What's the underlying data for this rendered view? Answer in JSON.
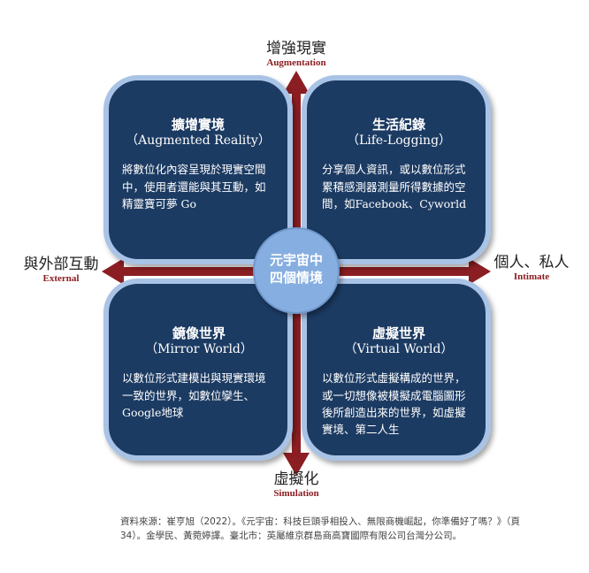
{
  "axes": {
    "top": {
      "zh": "增強現實",
      "en": "Augmentation"
    },
    "bottom": {
      "zh": "虛擬化",
      "en": "Simulation"
    },
    "left": {
      "zh": "與外部互動",
      "en": "External"
    },
    "right": {
      "zh": "個人、私人",
      "en": "Intimate"
    }
  },
  "center": {
    "line1": "元宇宙中",
    "line2": "四個情境"
  },
  "quadrants": {
    "top_left": {
      "title": "擴增實境",
      "subtitle": "（Augmented Reality）",
      "desc": "將數位化內容呈現於現實空間中，使用者還能與其互動，如精靈寶可夢 Go"
    },
    "top_right": {
      "title": "生活紀錄",
      "subtitle": "（Life-Logging）",
      "desc": "分享個人資訊，或以數位形式累積感測器測量所得數據的空間，如Facebook、Cyworld"
    },
    "bottom_left": {
      "title": "鏡像世界",
      "subtitle": "（Mirror World）",
      "desc": "以數位形式建模出與現實環境一致的世界，如數位孿生、Google地球"
    },
    "bottom_right": {
      "title": "虛擬世界",
      "subtitle": "（Virtual World）",
      "desc": "以數位形式虛擬構成的世界，或一切想像被模擬成電腦圖形後所創造出來的世界，如虛擬實境、第二人生"
    }
  },
  "source": "資料來源：崔亨旭（2022）。《元宇宙：科技巨頭爭相投入、無限商機崛起，你準備好了嗎？》（頁34）。金學民、黃菀婷譯。臺北市：英屬維京群島商高寶國際有限公司台灣分公司。",
  "colors": {
    "quad_fill": "#1c3a63",
    "quad_border": "#8fb0da",
    "outer_border": "#a9c3e6",
    "center_fill": "#86aee0",
    "arrow": "#8b1e22"
  }
}
